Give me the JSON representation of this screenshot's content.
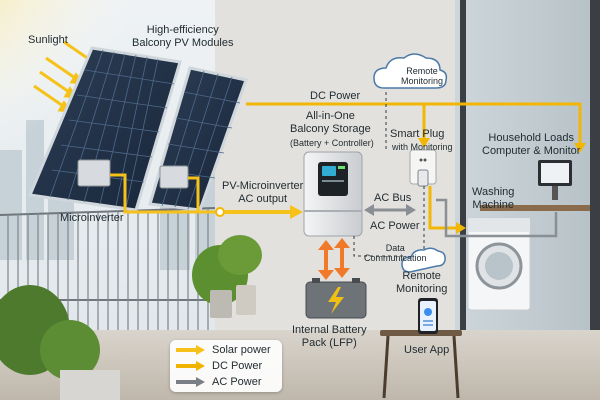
{
  "labels": {
    "sunlight": "Sunlight",
    "pv_modules": "High-efficiency\nBalcony PV Modules",
    "dc_power_top": "DC Power",
    "remote_monitoring_cloud": "Remote\nMonitoring",
    "storage_title": "All-in-One\nBalcony Storage",
    "storage_subtitle": "(Battery + Controller)",
    "smart_plug": "Smart Plug",
    "smart_plug_sub": "with Monitoring",
    "household_loads": "Household Loads\nComputer & Monitor",
    "microinverter": "Microinverter",
    "pv_microinverter_output": "PV-Microinverter\nAC output",
    "ac_bus": "AC Bus",
    "ac_power": "AC Power",
    "washing_machine": "Washing\nMachine",
    "data_communication": "Data\nCommunication",
    "remote_monitoring_bottom": "Remote\nMonitoring",
    "battery_pack": "Internal Battery\nPack (LFP)",
    "user_app": "User App"
  },
  "legend": [
    {
      "label": "Solar power",
      "color": "#f6c21a"
    },
    {
      "label": "DC Power",
      "color": "#f0b400"
    },
    {
      "label": "AC Power",
      "color": "#7a7f86"
    }
  ],
  "colors": {
    "solar": "#f6c21a",
    "dc": "#f2b705",
    "ac": "#8a8f96",
    "battery_flow": "#f07a2a",
    "sky": "#e9eef2",
    "wall": "#e8e6e2",
    "glass": "#cfd8dd"
  },
  "icons": {
    "cloud": "cloud-icon",
    "lightning": "lightning-icon",
    "phone": "smartphone-icon"
  }
}
